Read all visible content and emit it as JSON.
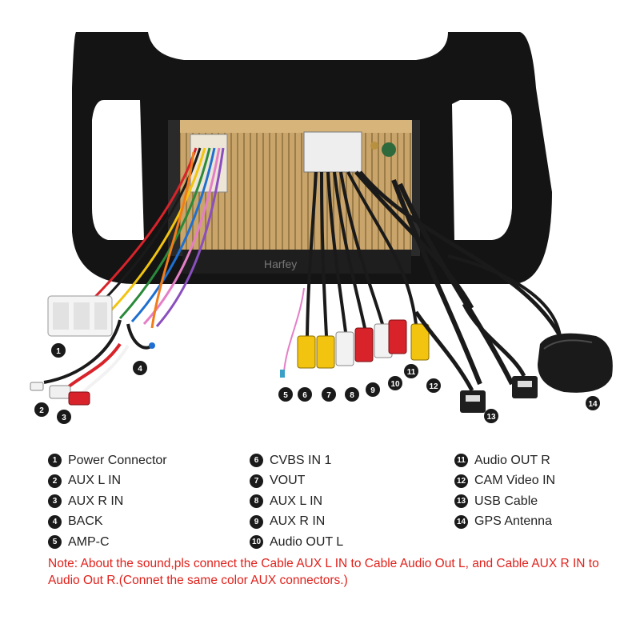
{
  "device": {
    "brand_mark": "Harfey"
  },
  "callouts": [
    {
      "num": "1",
      "label": "Power Connector"
    },
    {
      "num": "2",
      "label": "AUX L IN"
    },
    {
      "num": "3",
      "label": "AUX R IN"
    },
    {
      "num": "4",
      "label": "BACK"
    },
    {
      "num": "5",
      "label": "AMP-C"
    },
    {
      "num": "6",
      "label": "CVBS IN 1"
    },
    {
      "num": "7",
      "label": "VOUT"
    },
    {
      "num": "8",
      "label": "AUX L IN"
    },
    {
      "num": "9",
      "label": "AUX R IN"
    },
    {
      "num": "10",
      "label": "Audio OUT L"
    },
    {
      "num": "11",
      "label": "Audio OUT R"
    },
    {
      "num": "12",
      "label": "CAM Video IN"
    },
    {
      "num": "13",
      "label": "USB Cable"
    },
    {
      "num": "14",
      "label": "GPS Antenna"
    }
  ],
  "note": "Note: About the sound,pls connect the Cable AUX L IN to Cable Audio Out L, and Cable AUX R IN to  Audio Out R.(Connet the same color AUX connectors.)",
  "colors": {
    "frame": "#141414",
    "chassis": "#c8a46a",
    "note_text": "#e0211b",
    "rca_red": "#d8232a",
    "rca_white": "#f2f2f2",
    "rca_yellow": "#f2c40f"
  }
}
